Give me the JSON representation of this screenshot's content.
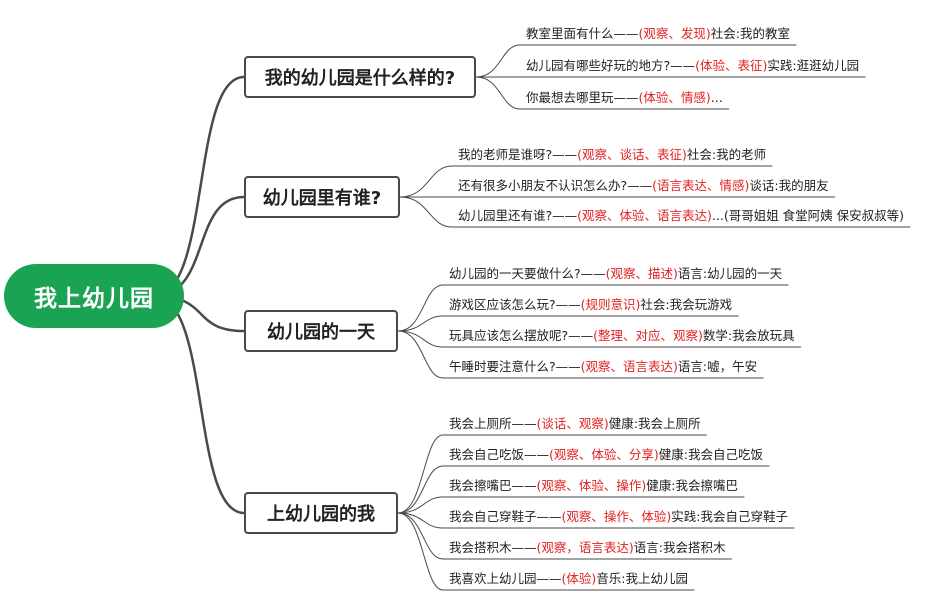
{
  "root": {
    "label": "我上幼儿园"
  },
  "branches": [
    {
      "label": "我的幼儿园是什么样的?",
      "items": [
        {
          "pre": "教室里面有什么——",
          "tag": "(观察、发现)",
          "post": "社会:我的教室"
        },
        {
          "pre": "幼儿园有哪些好玩的地方?——",
          "tag": "(体验、表征)",
          "post": "实践:逛逛幼儿园"
        },
        {
          "pre": "你最想去哪里玩——",
          "tag": "(体验、情感)",
          "post": "..."
        }
      ]
    },
    {
      "label": "幼儿园里有谁?",
      "items": [
        {
          "pre": "我的老师是谁呀?——",
          "tag": "(观察、谈话、表征)",
          "post": "社会:我的老师"
        },
        {
          "pre": "还有很多小朋友不认识怎么办?——",
          "tag": "(语言表达、情感)",
          "post": "谈话:我的朋友"
        },
        {
          "pre": "幼儿园里还有谁?——",
          "tag": "(观察、体验、语言表达)",
          "post": "...(哥哥姐姐 食堂阿姨 保安叔叔等)"
        }
      ]
    },
    {
      "label": "幼儿园的一天",
      "items": [
        {
          "pre": "幼儿园的一天要做什么?——",
          "tag": "(观察、描述)",
          "post": "语言:幼儿园的一天"
        },
        {
          "pre": "游戏区应该怎么玩?——",
          "tag": "(规则意识)",
          "post": "社会:我会玩游戏"
        },
        {
          "pre": "玩具应该怎么摆放呢?——",
          "tag": "(整理、对应、观察)",
          "post": "数学:我会放玩具"
        },
        {
          "pre": "午睡时要注意什么?——",
          "tag": "(观察、语言表达)",
          "post": "语言:嘘，午安"
        }
      ]
    },
    {
      "label": "上幼儿园的我",
      "items": [
        {
          "pre": "我会上厕所——",
          "tag": "(谈话、观察)",
          "post": "健康:我会上厕所"
        },
        {
          "pre": "我会自己吃饭——",
          "tag": "(观察、体验、分享)",
          "post": "健康:我会自己吃饭"
        },
        {
          "pre": "我会擦嘴巴——",
          "tag": "(观察、体验、操作)",
          "post": "健康:我会擦嘴巴"
        },
        {
          "pre": "我会自己穿鞋子——",
          "tag": "(观察、操作、体验)",
          "post": "实践:我会自己穿鞋子"
        },
        {
          "pre": "我会搭积木——",
          "tag": "(观察，语言表达)",
          "post": "语言:我会搭积木"
        },
        {
          "pre": "我喜欢上幼儿园——",
          "tag": "(体验)",
          "post": "音乐:我上幼儿园"
        }
      ]
    }
  ],
  "colors": {
    "root_bg": "#1aa352",
    "line": "#4a4a4a",
    "tag": "#e02020"
  }
}
